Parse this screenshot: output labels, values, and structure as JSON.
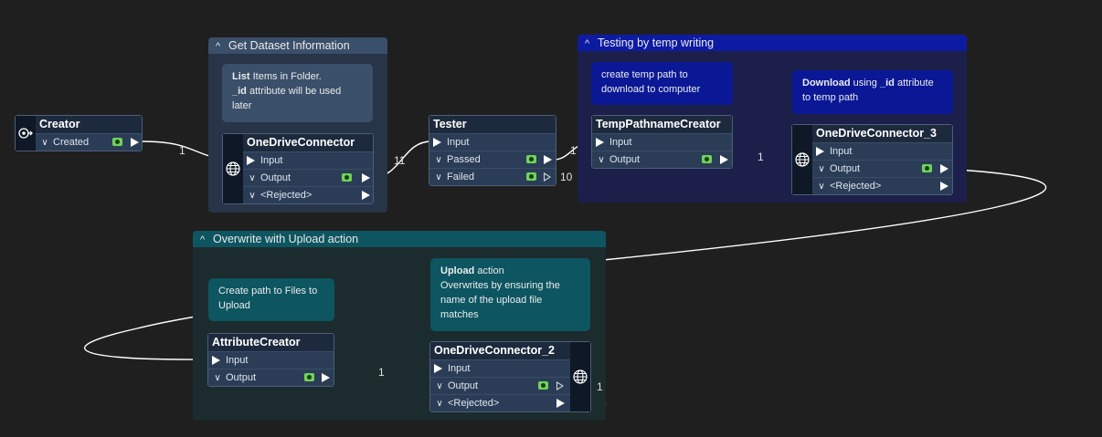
{
  "bookmarks": {
    "get_dataset": {
      "title": "Get Dataset Information"
    },
    "testing": {
      "title": "Testing by temp writing"
    },
    "overwrite": {
      "title": "Overwrite with Upload action"
    }
  },
  "annotations": {
    "list_items": {
      "bold": "List",
      "rest1": " Items in Folder.",
      "bold2": "_id",
      "rest2": " attribute will be used later"
    },
    "temp_path": {
      "text": "create temp path to download to computer"
    },
    "download": {
      "bold": "Download",
      "rest1": " using ",
      "bold2": "_id",
      "rest2": " attribute to temp path"
    },
    "create_path": {
      "text": "Create path to Files to Upload"
    },
    "upload": {
      "bold": "Upload",
      "rest1": " action",
      "rest2": "Overwrites by ensuring the name of the upload file matches"
    }
  },
  "nodes": {
    "creator": {
      "title": "Creator",
      "ports": {
        "out": "Created"
      },
      "icon": "creator-icon"
    },
    "onedrive1": {
      "title": "OneDriveConnector",
      "ports": {
        "in": "Input",
        "out": "Output",
        "rej": "<Rejected>"
      },
      "icon": "globe-icon"
    },
    "tester": {
      "title": "Tester",
      "ports": {
        "in": "Input",
        "passed": "Passed",
        "failed": "Failed"
      }
    },
    "temppath": {
      "title": "TempPathnameCreator",
      "ports": {
        "in": "Input",
        "out": "Output"
      }
    },
    "onedrive3": {
      "title": "OneDriveConnector_3",
      "ports": {
        "in": "Input",
        "out": "Output",
        "rej": "<Rejected>"
      },
      "icon": "globe-icon"
    },
    "attrcreator": {
      "title": "AttributeCreator",
      "ports": {
        "in": "Input",
        "out": "Output"
      }
    },
    "onedrive2": {
      "title": "OneDriveConnector_2",
      "ports": {
        "in": "Input",
        "out": "Output",
        "rej": "<Rejected>"
      },
      "icon": "globe-icon"
    }
  },
  "counts": {
    "creator_to_od1": "1",
    "od1_to_tester": "11",
    "tester_to_temp": "1",
    "tester_failed": "10",
    "temp_to_od3": "1",
    "attr_to_od2": "1",
    "od2_out": "1"
  },
  "colors": {
    "canvas": "#1f1f1f",
    "bookmark_blue": "#3a4f69",
    "bookmark_navy": "#0d1ba3",
    "bookmark_teal": "#0d5560",
    "eye_green": "#6fd35a",
    "wire": "#ffffff"
  }
}
